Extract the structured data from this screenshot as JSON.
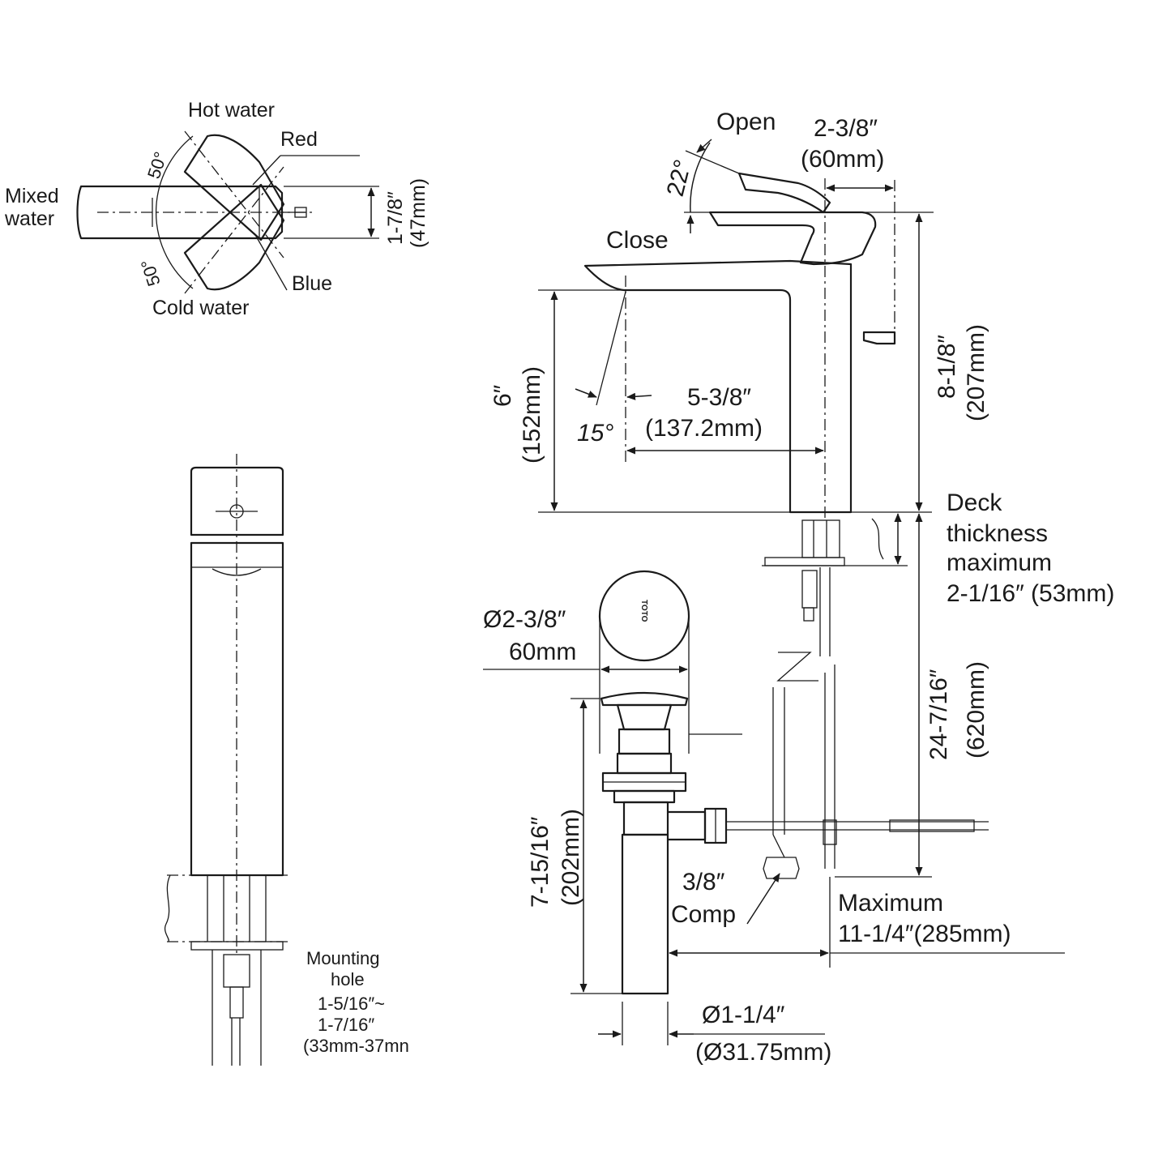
{
  "top_view": {
    "hot_water": "Hot water",
    "red": "Red",
    "mixed_water_1": "Mixed",
    "mixed_water_2": "water",
    "angle_upper": "50°",
    "angle_lower": "50°",
    "blue": "Blue",
    "cold_water": "Cold water",
    "height_in": "1-7/8″",
    "height_mm": "(47mm)"
  },
  "side_view": {
    "open": "Open",
    "close": "Close",
    "open_angle": "22°",
    "lever_offset_in": "2-3/8″",
    "lever_offset_mm": "(60mm)",
    "total_height_in": "8-1/8″",
    "total_height_mm": "(207mm)",
    "spout_height_in": "6″",
    "spout_height_mm": "(152mm)",
    "spout_angle": "15°",
    "spout_reach_in": "5-3/8″",
    "spout_reach_mm": "(137.2mm)"
  },
  "deck": {
    "line1": "Deck",
    "line2": "thickness",
    "line3": "maximum",
    "line4": "2-1/16″ (53mm)"
  },
  "drain": {
    "brand": "TOTO",
    "cap_dia_in": "Ø2-3/8″",
    "cap_dia_mm": "60mm",
    "drain_height_in": "7-15/16″",
    "drain_height_mm": "(202mm)",
    "supply_length_in": "24-7/16″",
    "supply_length_mm": "(620mm)",
    "comp_1": "3/8″",
    "comp_2": "Comp",
    "max_reach_1": "Maximum",
    "max_reach_2": "11-1/4″(285mm)",
    "tail_dia_in": "Ø1-1/4″",
    "tail_dia_mm": "(Ø31.75mm)"
  },
  "front_view": {
    "mount_1": "Mounting",
    "mount_2": "hole",
    "mount_3": "1-5/16″~",
    "mount_4": "1-7/16″",
    "mount_5": "(33mm-37mn"
  }
}
